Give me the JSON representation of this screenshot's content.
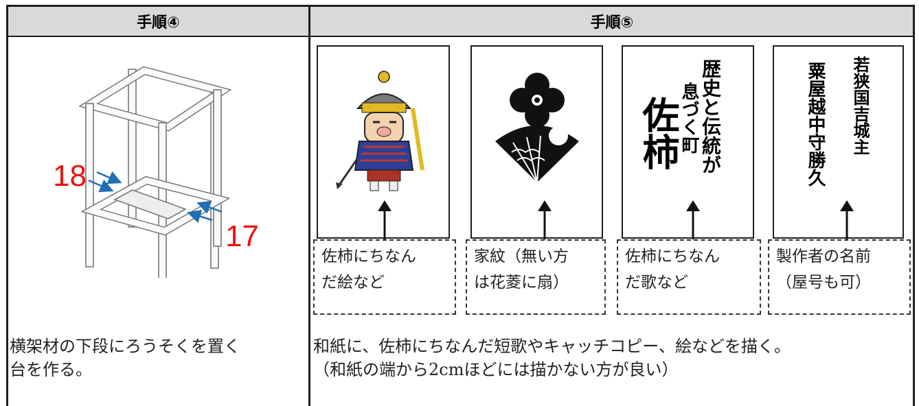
{
  "headers": {
    "step4": "手順④",
    "step5": "手順⑤"
  },
  "step4": {
    "frame_image": "stand-frame-icon",
    "dim_a": "18",
    "dim_b": "17",
    "caption": "横架材の下段にろうそくを置く\n台を作る。"
  },
  "step5": {
    "cards": [
      {
        "icon": "samurai-mascot-icon",
        "label": "佐柿にちなん\nだ絵など"
      },
      {
        "icon": "family-crest-icon",
        "label": "家紋（無い方\nは花菱に扇）"
      },
      {
        "poem": {
          "line1": "歴史と伝統が",
          "line2": "息づく町",
          "big": "佐柿"
        },
        "label": "佐柿にちなん\nだ歌など"
      },
      {
        "name": {
          "line1": "若狭国吉城主",
          "line2": "粟屋越中守勝久"
        },
        "label": "製作者の名前\n（屋号も可）"
      }
    ],
    "caption": "和紙に、佐柿にちなんだ短歌やキャッチコピー、絵などを描く。\n（和紙の端から2cmほどには描かない方が良い）"
  },
  "colors": {
    "header_bg": "#d9d9d9",
    "dim_red": "#ee1111",
    "arrow_blue": "#1f6fb5"
  }
}
